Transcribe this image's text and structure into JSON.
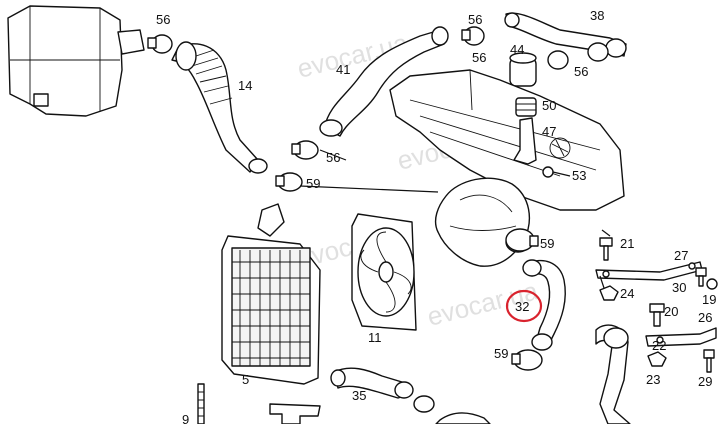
{
  "diagram": {
    "labels": {
      "p56a": "56",
      "p56b": "56",
      "p56c": "56",
      "p56d": "56",
      "p38": "38",
      "p44": "44",
      "p41": "41",
      "p14": "14",
      "p50": "50",
      "p47": "47",
      "p53": "53",
      "p59a": "59",
      "p59b": "59",
      "p59c": "59",
      "p21": "21",
      "p27": "27",
      "p24": "24",
      "p30": "30",
      "p19": "19",
      "p32": "32",
      "p20": "20",
      "p26": "26",
      "p11": "11",
      "p5": "5",
      "p22": "22",
      "p23": "23",
      "p29": "29",
      "p35": "35",
      "p9": "9"
    },
    "highlight_color": "#d9232e",
    "watermark": "evocar.ua"
  }
}
